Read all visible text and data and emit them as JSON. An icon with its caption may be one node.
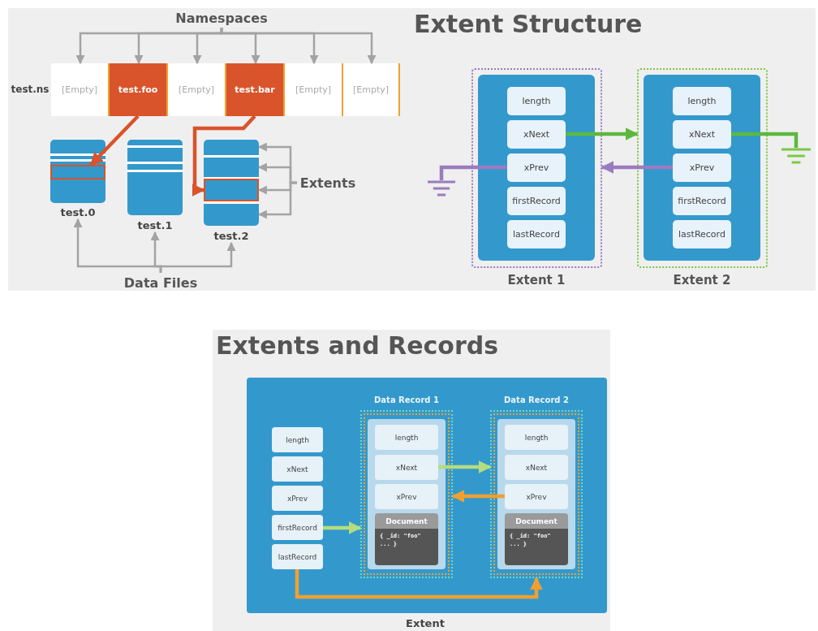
{
  "diagram": {
    "nodes": [
      {
        "text": [
          "test.ns"
        ]
      },
      {
        "text": [
          "[Empty]"
        ],
        "in": 0
      },
      {
        "text": [
          "test.foo"
        ],
        "in": 0
      },
      {
        "text": [
          "[Empty]"
        ],
        "in": 0
      },
      {
        "text": [
          "test.bar"
        ],
        "in": 0
      },
      {
        "text": [
          "[Empty]"
        ],
        "in": 0
      },
      {
        "text": [
          "[Empty]"
        ],
        "in": 0
      },
      {
        "text": [
          "Namespaces"
        ]
      },
      {
        "text": [
          "test.0"
        ]
      },
      {
        "text": [],
        "shape": "box",
        "in": 8
      },
      {
        "text": [
          "test.1"
        ]
      },
      {
        "text": [
          "test.2"
        ]
      },
      {
        "text": [],
        "shape": "box",
        "in": 11
      },
      {
        "text": [],
        "shape": "box",
        "in": 11
      },
      {
        "text": [],
        "shape": "box",
        "in": 11
      },
      {
        "text": [],
        "shape": "box",
        "in": 11
      },
      {
        "text": [
          "Extents"
        ]
      },
      {
        "text": [
          "Data Files"
        ]
      },
      {
        "text": [
          "Extent 1"
        ]
      },
      {
        "text": [],
        "shape": "box",
        "in": 18
      },
      {
        "text": [
          "length"
        ],
        "in": 19
      },
      {
        "text": [
          "xNext"
        ],
        "in": 19
      },
      {
        "text": [
          "xPrev"
        ],
        "in": 19
      },
      {
        "text": [
          "firstRecord"
        ],
        "in": 19
      },
      {
        "text": [
          "lastRecord"
        ],
        "in": 19
      },
      {
        "text": [
          "Extent 2"
        ]
      },
      {
        "text": [],
        "shape": "box",
        "in": 25
      },
      {
        "text": [
          "length"
        ],
        "in": 26
      },
      {
        "text": [
          "xNext"
        ],
        "in": 26
      },
      {
        "text": [
          "xPrev"
        ],
        "in": 26
      },
      {
        "text": [
          "firstRecord"
        ],
        "in": 26
      },
      {
        "text": [
          "lastRecord"
        ],
        "in": 26
      },
      {
        "text": [],
        "shape": "ground"
      },
      {
        "text": [],
        "shape": "ground"
      },
      {
        "text": [
          "Extent"
        ]
      },
      {
        "text": [
          "length"
        ],
        "in": 34
      },
      {
        "text": [
          "xNext"
        ],
        "in": 34
      },
      {
        "text": [
          "xPrev"
        ],
        "in": 34
      },
      {
        "text": [
          "firstRecord"
        ],
        "in": 34
      },
      {
        "text": [
          "lastRecord"
        ],
        "in": 34
      },
      {
        "text": [
          "Data Record 1"
        ],
        "in": 34
      },
      {
        "text": [],
        "shape": "box",
        "in": 40
      },
      {
        "text": [
          "length"
        ],
        "in": 41
      },
      {
        "text": [
          "xNext"
        ],
        "in": 41
      },
      {
        "text": [
          "xPrev"
        ],
        "in": 41
      },
      {
        "text": [
          "Document",
          "{ _id: \"foo\" ... }"
        ],
        "in": 41
      },
      {
        "text": [
          "Data Record 2"
        ],
        "in": 34
      },
      {
        "text": [],
        "shape": "box",
        "in": 46
      },
      {
        "text": [
          "length"
        ],
        "in": 47
      },
      {
        "text": [
          "xNext"
        ],
        "in": 47
      },
      {
        "text": [
          "xPrev"
        ],
        "in": 47
      },
      {
        "text": [
          "Document",
          "{ _id: \"foo\" ... }"
        ],
        "in": 47
      }
    ],
    "edges": [
      {
        "from": 7,
        "to": 1,
        "arrow": "to"
      },
      {
        "from": 7,
        "to": 2,
        "arrow": "to"
      },
      {
        "from": 7,
        "to": 3,
        "arrow": "to"
      },
      {
        "from": 7,
        "to": 4,
        "arrow": "to"
      },
      {
        "from": 7,
        "to": 5,
        "arrow": "to"
      },
      {
        "from": 7,
        "to": 6,
        "arrow": "to"
      },
      {
        "from": 2,
        "to": 9,
        "arrow": "to",
        "style": "thick",
        "color": "#d9532b"
      },
      {
        "from": 4,
        "to": 14,
        "arrow": "to",
        "style": "thick",
        "color": "#d9532b"
      },
      {
        "from": 16,
        "to": 12,
        "arrow": "to"
      },
      {
        "from": 16,
        "to": 13,
        "arrow": "to"
      },
      {
        "from": 16,
        "to": 14,
        "arrow": "to"
      },
      {
        "from": 16,
        "to": 15,
        "arrow": "to"
      },
      {
        "from": 17,
        "to": 8,
        "arrow": "to"
      },
      {
        "from": 17,
        "to": 10,
        "arrow": "to"
      },
      {
        "from": 17,
        "to": 11,
        "arrow": "to"
      },
      {
        "from": 21,
        "to": 25,
        "arrow": "to",
        "style": "thick",
        "color": "#5cb83d"
      },
      {
        "from": 29,
        "to": 18,
        "arrow": "to",
        "style": "thick",
        "color": "#9b7bc0"
      },
      {
        "from": 22,
        "to": 32,
        "arrow": "none",
        "style": "thick",
        "color": "#9b7bc0"
      },
      {
        "from": 28,
        "to": 33,
        "arrow": "none",
        "style": "thick",
        "color": "#5cb83d"
      },
      {
        "from": 38,
        "to": 40,
        "arrow": "to",
        "style": "thick",
        "color": "#b5dc7e"
      },
      {
        "from": 43,
        "to": 46,
        "arrow": "to",
        "style": "thick",
        "color": "#b5dc7e"
      },
      {
        "from": 50,
        "to": 40,
        "arrow": "to",
        "style": "thick",
        "color": "#f0a030"
      },
      {
        "from": 39,
        "to": 46,
        "arrow": "to",
        "style": "thick",
        "color": "#f0a030"
      }
    ],
    "labels": [
      "Extent Structure",
      "Extents and Records"
    ]
  }
}
